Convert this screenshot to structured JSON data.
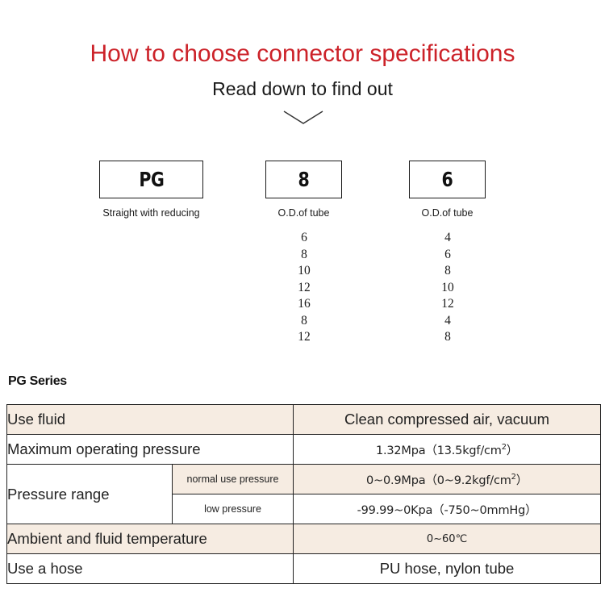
{
  "header": {
    "title": "How to choose connector specifications",
    "subtitle": "Read down to find out",
    "title_color": "#cc2229",
    "chevron_icon": "chevron-down-icon"
  },
  "selector": {
    "boxes": [
      {
        "value": "PG",
        "caption": "Straight with reducing"
      },
      {
        "value": "8",
        "caption": "O.D.of tube"
      },
      {
        "value": "6",
        "caption": "O.D.of  tube"
      }
    ],
    "columns": [
      {
        "name": "tube_od_first",
        "values": [
          "6",
          "8",
          "10",
          "12",
          "16",
          "8",
          "12"
        ]
      },
      {
        "name": "tube_od_second",
        "values": [
          "4",
          "6",
          "8",
          "10",
          "12",
          "4",
          "8"
        ]
      }
    ]
  },
  "spec": {
    "heading": "PG Series",
    "tint_color": "#f6ece2",
    "rows": [
      {
        "label": "Use fluid",
        "value": "Clean compressed air, vacuum"
      },
      {
        "label": "Maximum operating pressure",
        "value": "1.32Mpa（13.5kgf/cm²）"
      },
      {
        "label": "Pressure range",
        "sublabels": [
          "normal use pressure",
          "low pressure"
        ],
        "values": [
          "0~0.9Mpa（0~9.2kgf/cm²）",
          "-99.99~0Kpa（-750~0mmHg）"
        ]
      },
      {
        "label": "Ambient and fluid temperature",
        "value": "0~60℃"
      },
      {
        "label": "Use a hose",
        "value": "PU hose, nylon tube"
      }
    ]
  }
}
